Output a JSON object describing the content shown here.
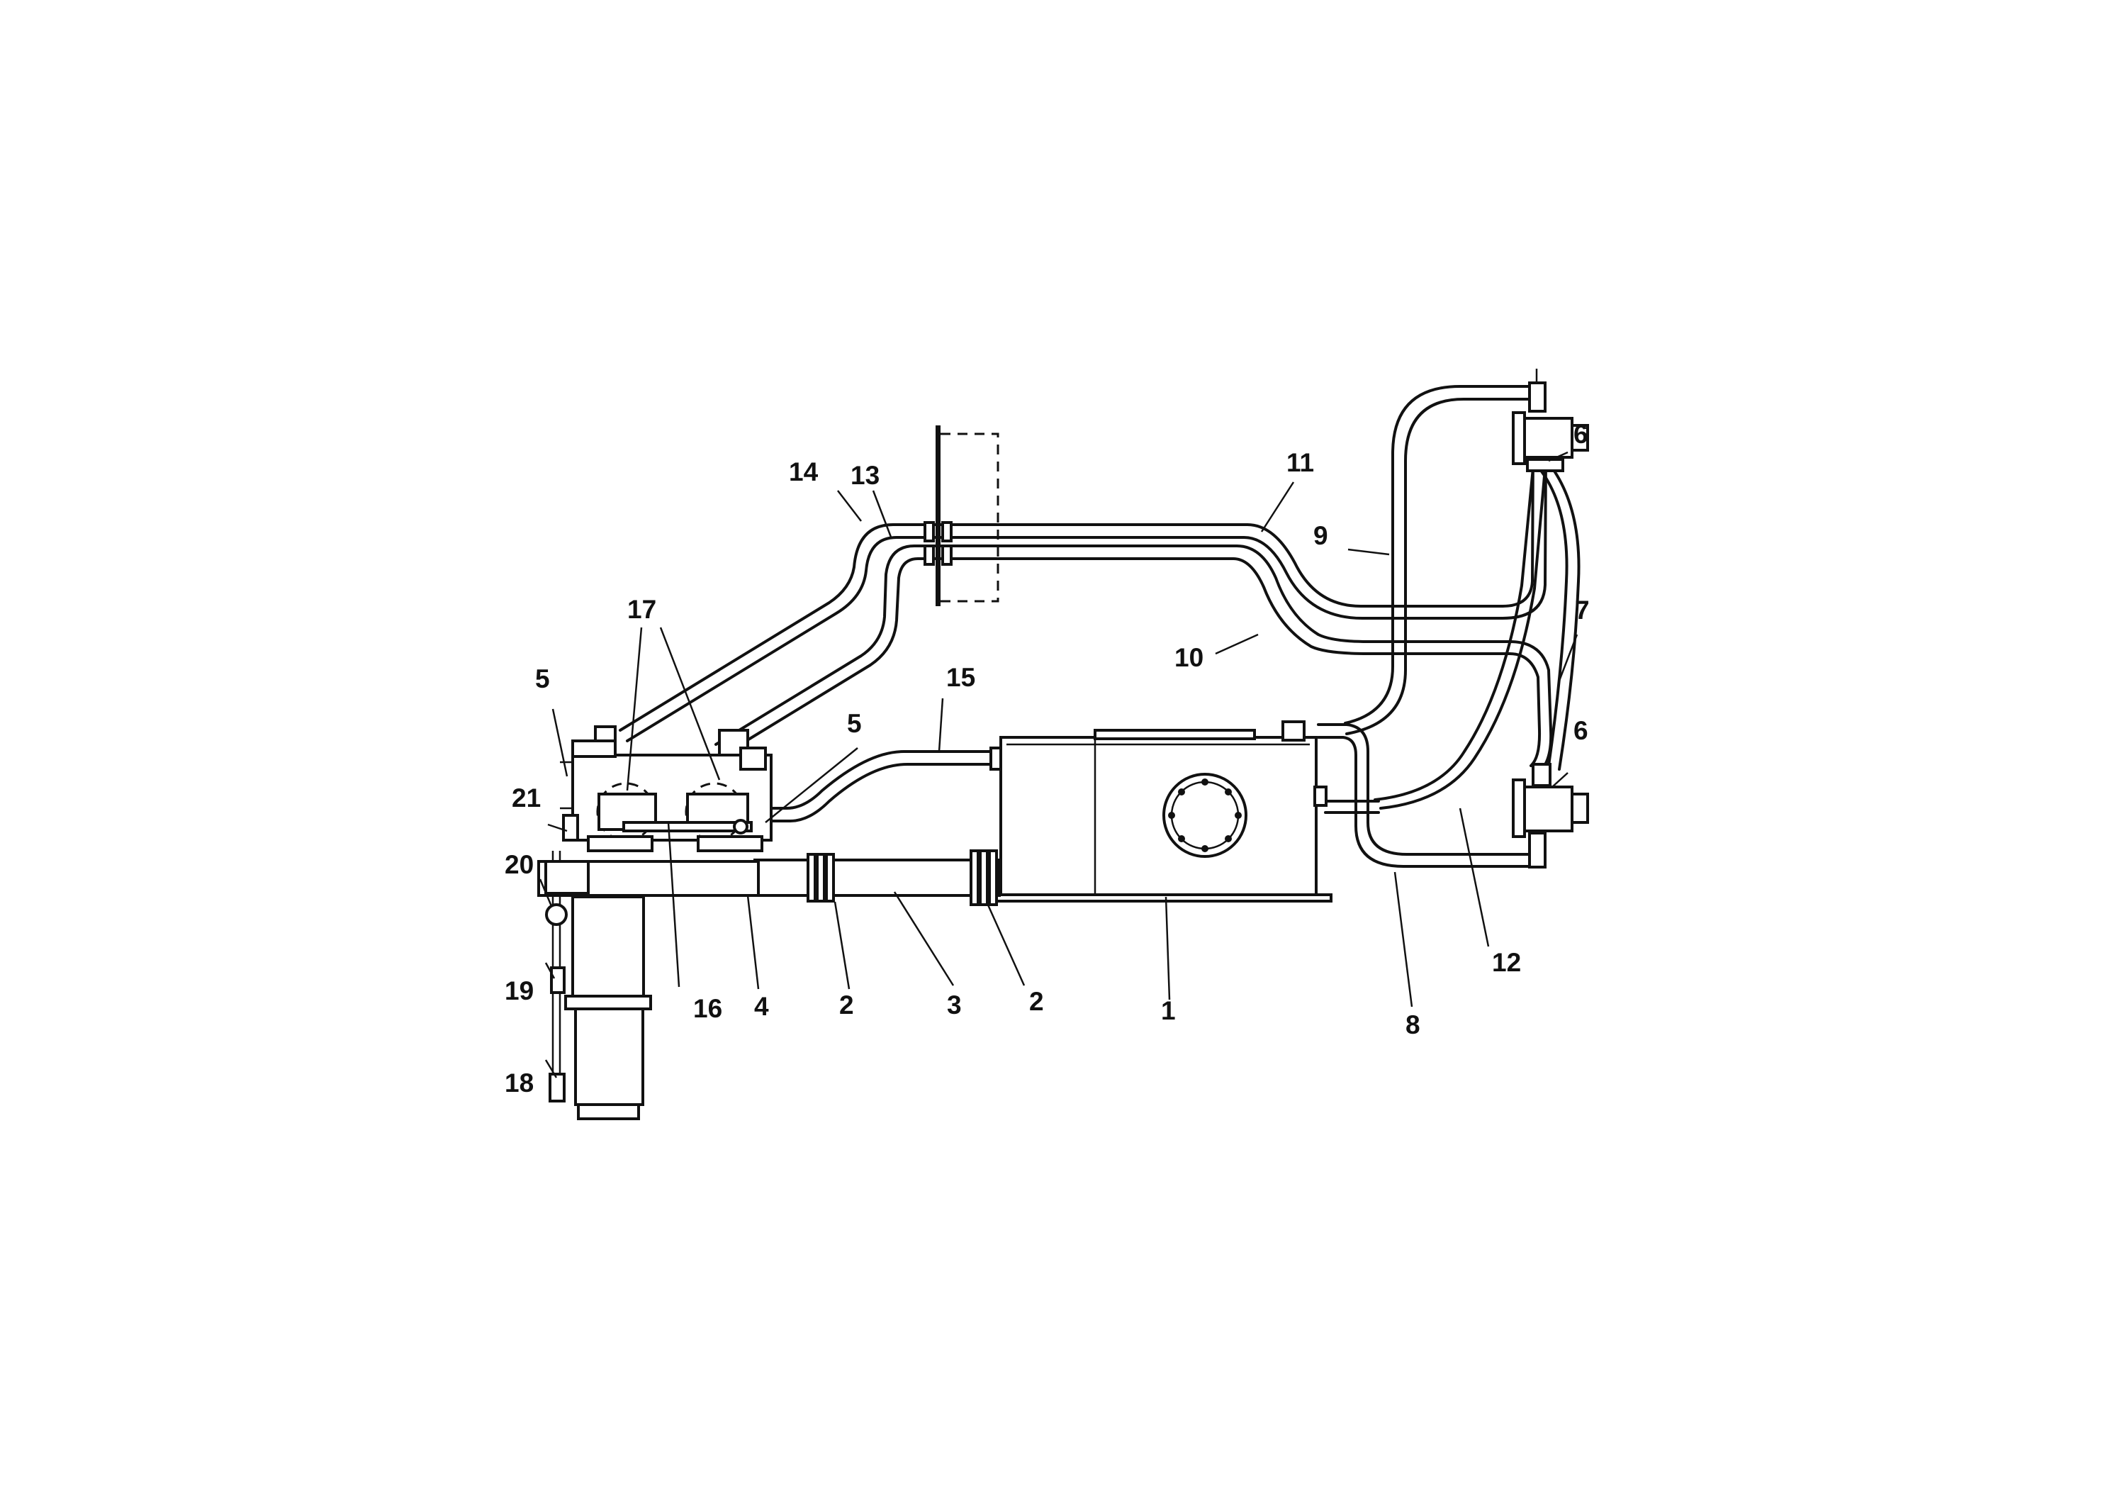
{
  "callouts": {
    "c1": "1",
    "c2a": "2",
    "c2b": "2",
    "c3": "3",
    "c4": "4",
    "c5a": "5",
    "c5b": "5",
    "c6a": "6",
    "c6b": "6",
    "c7": "7",
    "c8": "8",
    "c9": "9",
    "c10": "10",
    "c11": "11",
    "c12": "12",
    "c13": "13",
    "c14": "14",
    "c15": "15",
    "c16": "16",
    "c17": "17",
    "c18": "18",
    "c19": "19",
    "c20": "20",
    "c21": "21"
  }
}
